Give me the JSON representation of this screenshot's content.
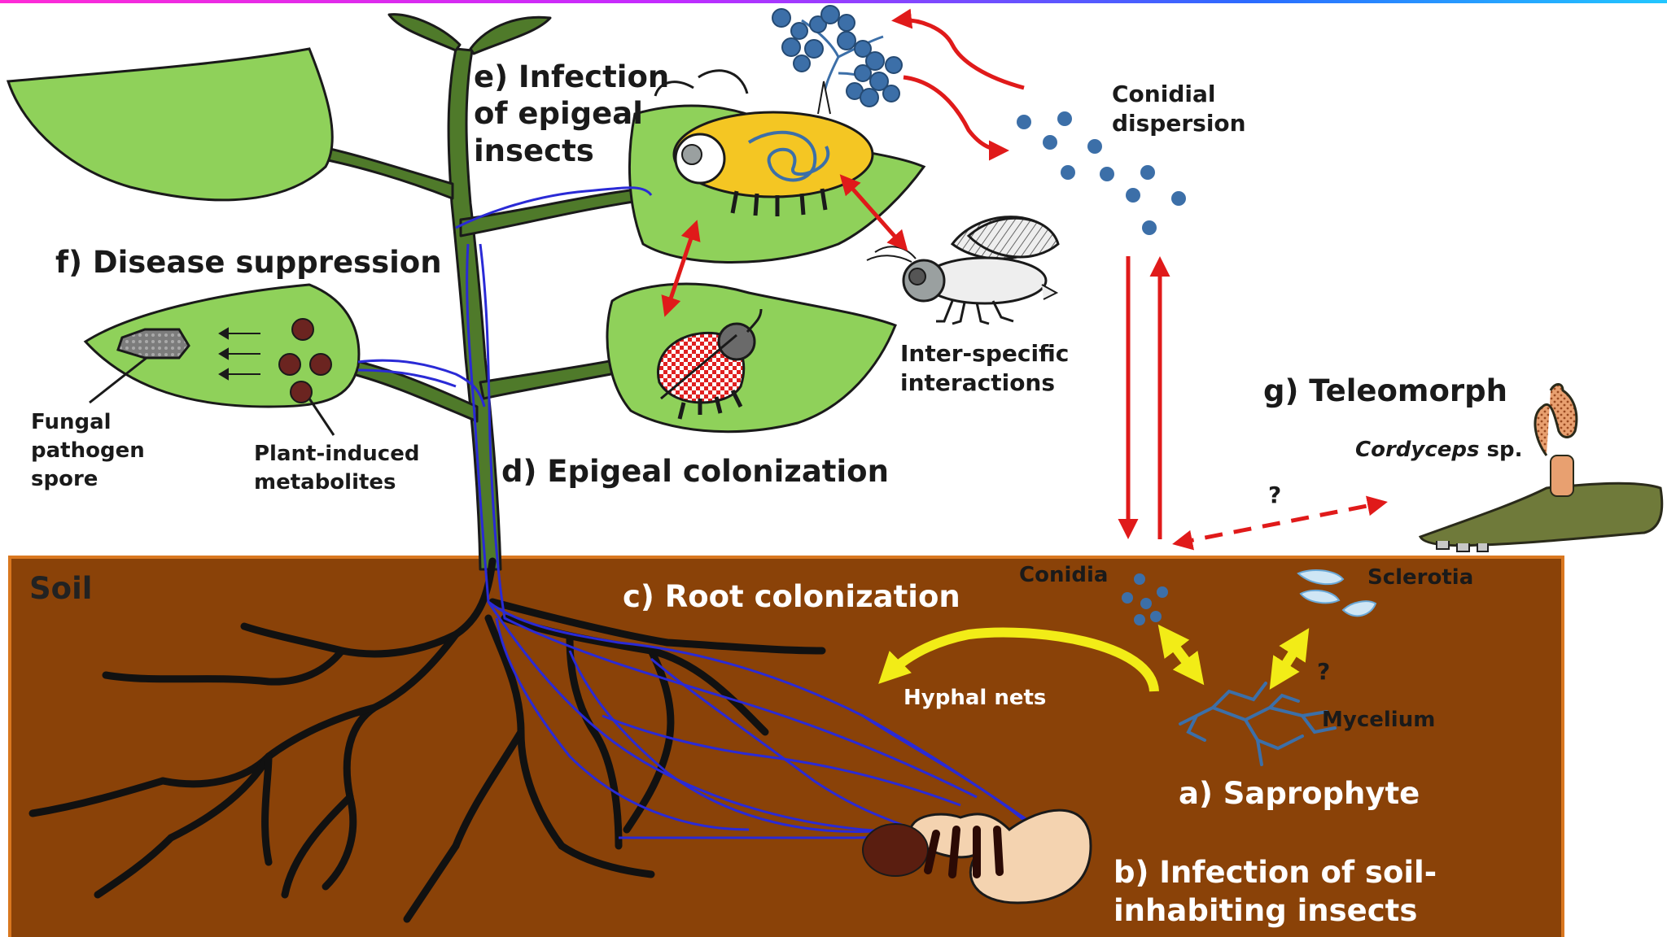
{
  "labels": {
    "soil": "Soil",
    "saprophyte": "a) Saprophyte",
    "infection_soil_line1": "b) Infection of soil-",
    "infection_soil_line2": "inhabiting insects",
    "root_colonization": "c) Root colonization",
    "epigeal_colonization": "d) Epigeal colonization",
    "infection_epigeal_line1": "e) Infection",
    "infection_epigeal_line2": "of epigeal",
    "infection_epigeal_line3": "insects",
    "disease_suppression": "f) Disease suppression",
    "teleomorph": "g) Teleomorph",
    "cordyceps_italic": "Cordyceps",
    "cordyceps_rest": " sp.",
    "conidial_line1": "Conidial",
    "conidial_line2": "dispersion",
    "interspecific_line1": "Inter-specific",
    "interspecific_line2": "interactions",
    "fungal_line1": "Fungal",
    "fungal_line2": "pathogen",
    "fungal_line3": "spore",
    "plant_induced_line1": "Plant-induced",
    "plant_induced_line2": "metabolites",
    "conidia": "Conidia",
    "sclerotia": "Sclerotia",
    "mycelium": "Mycelium",
    "hyphal_nets": "Hyphal nets",
    "question_teleomorph": "?",
    "question_sclerotia": "?"
  },
  "colors": {
    "soil": "#8a4208",
    "soil_border": "#d9771f",
    "leaf": "#8fd15a",
    "stem": "#4f7a2a",
    "hyphae": "#2a2ad6",
    "arrow_red": "#e01a1a",
    "arrow_yellow": "#f2ec17",
    "spore_blue": "#3c6fa8"
  }
}
